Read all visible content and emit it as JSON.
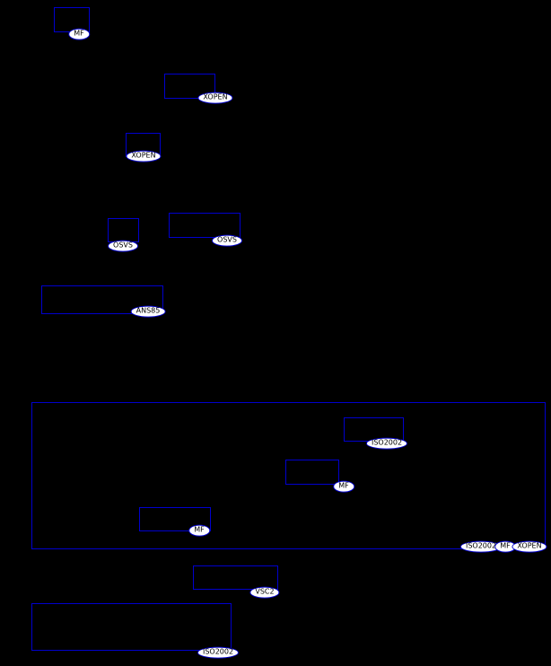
{
  "colors": {
    "background": "#000000",
    "box_outline": "#0000cd",
    "badge_fill": "#ffffff",
    "badge_outline": "#0000cd",
    "badge_text": "#000000"
  },
  "badges": {
    "mf_top": "MF",
    "xopen_upper": "XOPEN",
    "xopen_lower": "XOPEN",
    "osvs_left": "OSVS",
    "osvs_right": "OSVS",
    "ans85": "ANS85",
    "iso2002_inner": "ISO2002",
    "mf_inner_upper": "MF",
    "mf_inner_lower": "MF",
    "main_iso2002": "ISO2002",
    "main_mf": "MF",
    "main_xopen": "XOPEN",
    "vsc2": "VSC2",
    "iso2002_bottom": "ISO2002"
  }
}
